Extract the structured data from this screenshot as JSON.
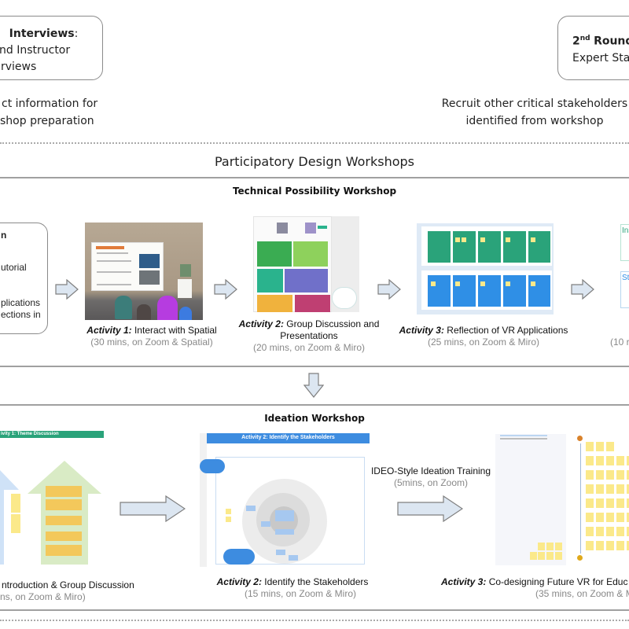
{
  "top": {
    "left_box": {
      "title_bold": "Interviews",
      "title_suffix": ":",
      "line2": "nd Instructor",
      "line3": "rviews"
    },
    "left_caption": {
      "line1": "ct information for",
      "line2": "shop preparation"
    },
    "right_box": {
      "round_num": "2",
      "round_sup": "nd",
      "title_bold": "Round",
      "line2": "Expert Sta"
    },
    "right_caption": {
      "line1": "Recruit other critical stakeholders",
      "line2": "identified from workshop"
    }
  },
  "section_title": "Participatory Design Workshops",
  "technical_workshop": {
    "title": "Technical Possibility Workshop",
    "intro_box": {
      "line1": "n",
      "line2": "utorial",
      "line3": "plications",
      "line4": "ections in"
    },
    "activities": [
      {
        "label": "Activity 1:",
        "name": " Interact with Spatial",
        "duration": "(30 mins, on Zoom & Spatial)"
      },
      {
        "label": "Activity 2:",
        "name": " Group Discussion and Presentations",
        "duration": "(20 mins, on Zoom & Miro)"
      },
      {
        "label": "Activity 3:",
        "name": " Reflection of VR Applications",
        "duration": "(25 mins, on Zoom & Miro)"
      },
      {
        "label": "",
        "name": "",
        "duration": "(10 r"
      }
    ],
    "thumb_texts": {
      "board4_a": "Ins",
      "board4_b": "Str"
    }
  },
  "ideation_workshop": {
    "title": "Ideation Workshop",
    "board1_header": "ivity 1: Theme Discussion",
    "board2_header": "Activity 2: Identify the Stakeholders",
    "activities": [
      {
        "label": "",
        "name": "ntroduction & Group Discussion",
        "duration": "ns, on Zoom & Miro)"
      },
      {
        "label": "Activity 2:",
        "name": " Identify the Stakeholders",
        "duration": "(15 mins, on Zoom & Miro)"
      },
      {
        "label": "Activity 3:",
        "name": " Co-designing Future VR for Educ",
        "duration": "(35 mins, on Zoom & M"
      }
    ],
    "training": {
      "name": "IDEO-Style Ideation Training",
      "duration": "(5mins, on Zoom)"
    }
  },
  "colors": {
    "arrow_fill": "#dce6f1",
    "arrow_stroke": "#7f7f7f",
    "miro_green": "#2aa37a",
    "miro_blue": "#2f8fe6",
    "sticky_yellow": "#fbe98a"
  }
}
